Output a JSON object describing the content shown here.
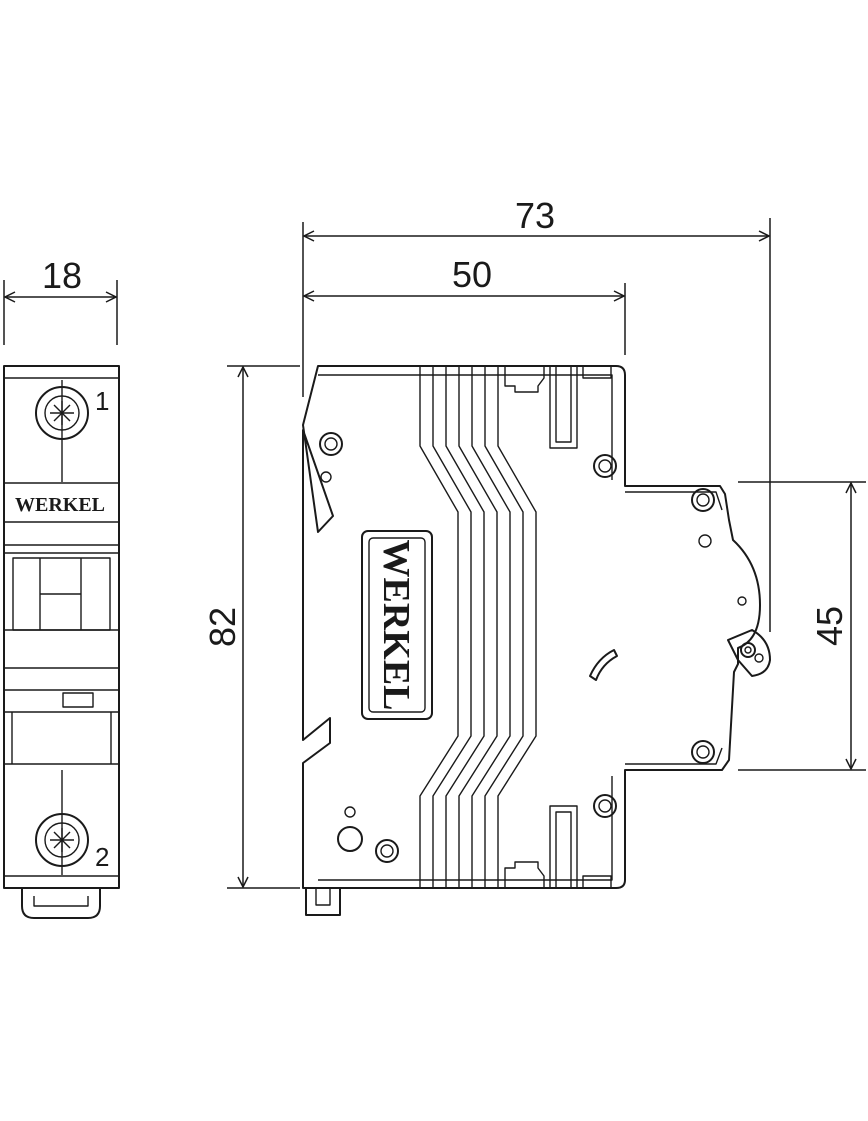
{
  "dimensions": {
    "front_width": "18",
    "total_depth": "73",
    "body_depth": "50",
    "height": "82",
    "rail_height": "45"
  },
  "terminals": {
    "top": "1",
    "bottom": "2"
  },
  "brand": {
    "front_label": "WERKEL",
    "side_label": "WERKEL"
  }
}
